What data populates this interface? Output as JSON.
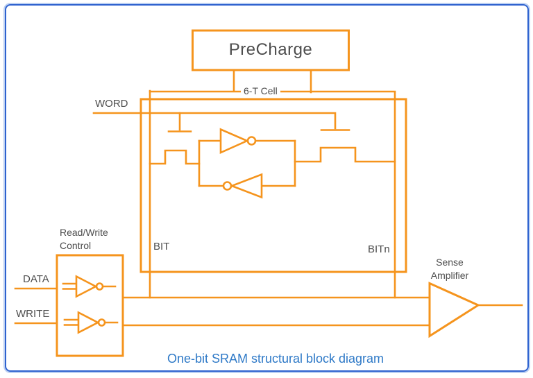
{
  "diagram": {
    "caption": "One-bit SRAM structural block diagram",
    "labels": {
      "precharge": "PreCharge",
      "cell": "6-T Cell",
      "word": "WORD",
      "bit": "BIT",
      "bitn": "BITn",
      "read_write_line1": "Read/Write",
      "read_write_line2": "Control",
      "data": "DATA",
      "write": "WRITE",
      "sense_line1": "Sense",
      "sense_line2": "Amplifier"
    },
    "colors": {
      "wire_orange": "#F5941D",
      "label_text": "#4D4D4D",
      "caption_blue": "#2E79C7",
      "page_border_blue": "#2E62CF"
    }
  }
}
